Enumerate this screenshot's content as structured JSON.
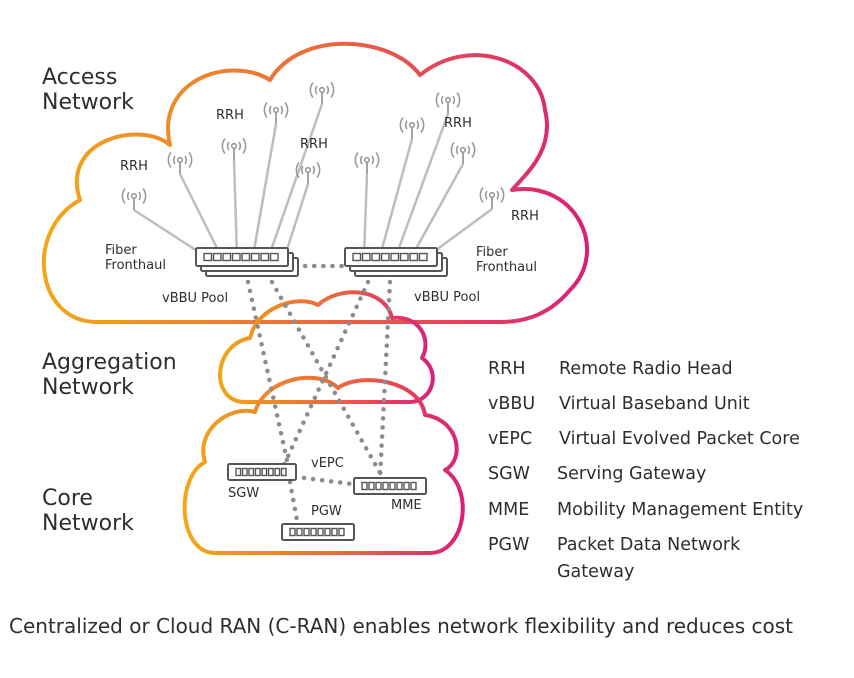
{
  "colors": {
    "gradient_start": "#f0a818",
    "gradient_mid": "#ec6a3c",
    "gradient_end": "#d8207a",
    "line": "#bdbdbd",
    "dots": "#8c8c8c",
    "device": "#555555",
    "text": "#2e2e2e"
  },
  "zones": {
    "access": [
      "Access",
      "Network"
    ],
    "aggregation": [
      "Aggregation",
      "Network"
    ],
    "core": [
      "Core",
      "Network"
    ]
  },
  "access_labels": {
    "rrh": "RRH",
    "fiber": [
      "Fiber",
      "Fronthaul"
    ],
    "vbbu_pool": "vBBU Pool"
  },
  "core_labels": {
    "sgw": "SGW",
    "vepc": "vEPC",
    "pgw": "PGW",
    "mme": "MME"
  },
  "legend": [
    {
      "abbr": "RRH",
      "desc": [
        "Remote Radio Head"
      ]
    },
    {
      "abbr": "vBBU",
      "desc": [
        "Virtual Baseband Unit"
      ]
    },
    {
      "abbr": "vEPC",
      "desc": [
        "Virtual Evolved Packet Core"
      ]
    },
    {
      "abbr": "SGW",
      "desc": [
        "Serving Gateway"
      ]
    },
    {
      "abbr": "MME",
      "desc": [
        "Mobility Management Entity"
      ]
    },
    {
      "abbr": "PGW",
      "desc": [
        "Packet Data Network",
        "Gateway"
      ]
    }
  ],
  "caption": "Centralized or Cloud RAN (C-RAN) enables network flexibility and reduces cost",
  "icons": {
    "antenna": "antenna-icon",
    "device": "network-device-icon"
  }
}
